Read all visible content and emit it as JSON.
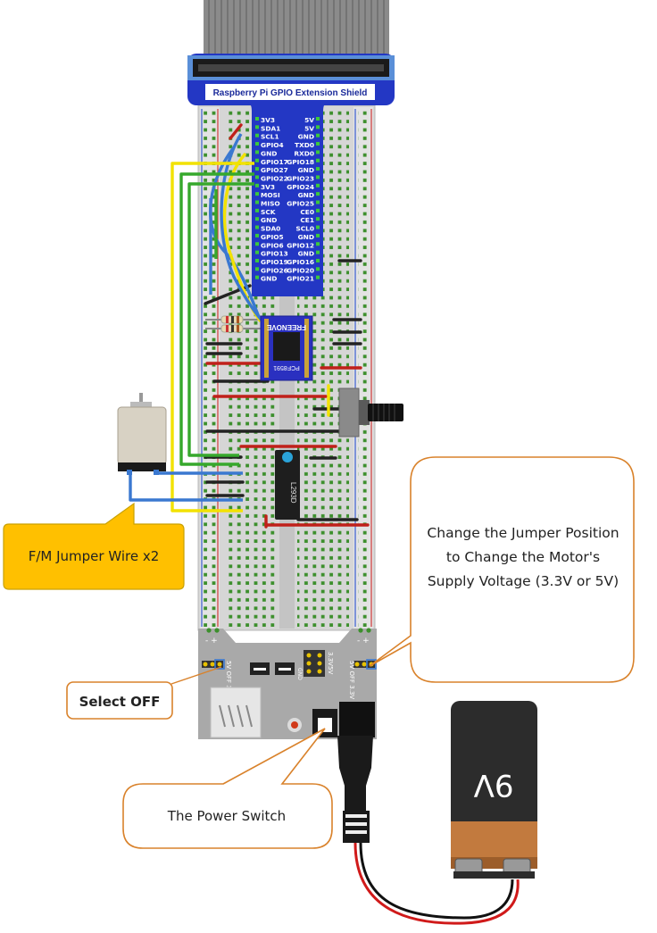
{
  "shield": {
    "title": "Raspberry Pi GPIO Extension Shield",
    "left_pins": [
      "3V3",
      "SDA1",
      "SCL1",
      "GPIO4",
      "GND",
      "GPIO17",
      "GPIO27",
      "GPIO22",
      "3V3",
      "MOSI",
      "MISO",
      "SCK",
      "GND",
      "SDA0",
      "GPIO5",
      "GPIO6",
      "GPIO13",
      "GPIO19",
      "GPIO26",
      "GND"
    ],
    "right_pins": [
      "5V",
      "5V",
      "GND",
      "TXD0",
      "RXD0",
      "GPIO18",
      "GND",
      "GPIO23",
      "GPIO24",
      "GND",
      "GPIO25",
      "CE0",
      "CE1",
      "SCL0",
      "GND",
      "GPIO12",
      "GND",
      "GPIO16",
      "GPIO20",
      "GPIO21"
    ]
  },
  "chips": {
    "adc_brand": "FREENOVE",
    "adc_model": "PCF8591",
    "driver_model": "L293D"
  },
  "power_module": {
    "left_jumper_label": "5V OFF 3.3V",
    "right_jumper_label": "5V OFF 3.3V",
    "center_labels": [
      "3.3V",
      "5V"
    ],
    "gnd_label": "GND",
    "polarity_left": "- +",
    "polarity_right": "- +"
  },
  "battery": {
    "label": "9V"
  },
  "callouts": {
    "jumper_wire": "F/M Jumper Wire x2",
    "select_off": "Select OFF",
    "change_jumper": "Change the Jumper Position to Change the Motor's Supply Voltage (3.3V or 5V)",
    "power_switch": "The Power Switch"
  }
}
